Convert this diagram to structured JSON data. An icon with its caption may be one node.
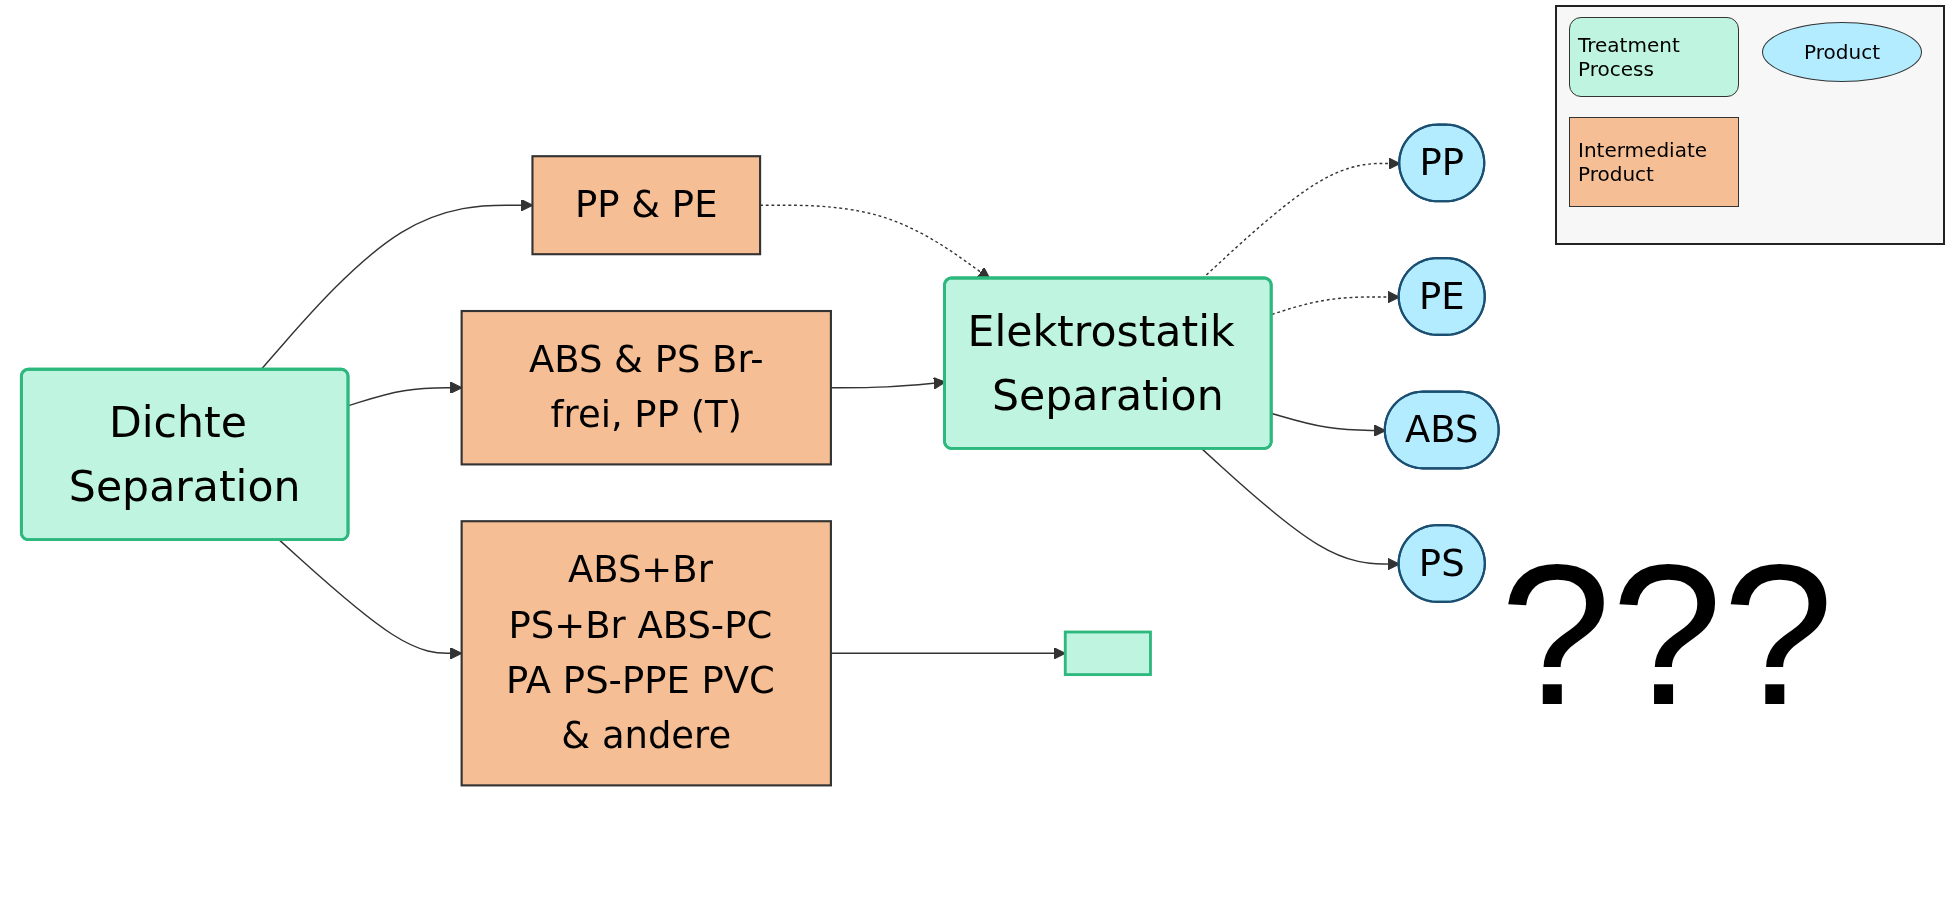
{
  "diagram": {
    "nodes": [
      {
        "text": [
          "Dichte Separation"
        ]
      },
      {
        "text": [
          "PP & PE"
        ]
      },
      {
        "text": [
          "ABS & PS Br-frei, PP (T)"
        ]
      },
      {
        "text": [
          "ABS+Br PS+Br ABS-PC PA PS-PPE PVC & andere"
        ]
      },
      {
        "text": [
          "Elektrostatik Separation"
        ]
      },
      {
        "text": [
          "PP"
        ]
      },
      {
        "text": [
          "PE"
        ]
      },
      {
        "text": [
          "ABS"
        ]
      },
      {
        "text": [
          "PS"
        ]
      },
      {
        "text": [],
        "shape": "box"
      }
    ],
    "edges": [
      {
        "from": 0,
        "to": 1,
        "arrow": "to"
      },
      {
        "from": 0,
        "to": 2,
        "arrow": "to"
      },
      {
        "from": 0,
        "to": 3,
        "arrow": "to"
      },
      {
        "from": 1,
        "to": 4,
        "arrow": "to",
        "style": "dashed"
      },
      {
        "from": 2,
        "to": 4,
        "arrow": "to"
      },
      {
        "from": 4,
        "to": 5,
        "arrow": "to",
        "style": "dashed"
      },
      {
        "from": 4,
        "to": 6,
        "arrow": "to",
        "style": "dashed"
      },
      {
        "from": 4,
        "to": 7,
        "arrow": "to"
      },
      {
        "from": 4,
        "to": 8,
        "arrow": "to"
      },
      {
        "from": 3,
        "to": 9,
        "arrow": "to"
      }
    ],
    "labels": [
      "???"
    ],
    "legend": [
      {
        "text": "Treatment Process",
        "color": "#bff5e0"
      },
      {
        "text": "Product",
        "color": "#b3ecff"
      },
      {
        "text": "Intermediate Product",
        "color": "#f5be94"
      }
    ]
  }
}
